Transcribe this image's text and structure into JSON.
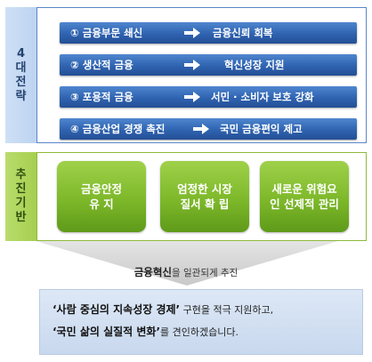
{
  "strategy": {
    "label": "4대전략",
    "rows": [
      {
        "left": "① 금융부문 쇄신",
        "right": "금융신뢰 회복"
      },
      {
        "left": "② 생산적 금융",
        "right": "혁신성장 지원"
      },
      {
        "left": "③ 포용적 금융",
        "right": "서민 · 소비자 보호 강화"
      },
      {
        "left": "④ 금융산업 경쟁 촉진",
        "right": "국민 금융편익 제고"
      }
    ]
  },
  "foundation": {
    "label": "추진기반",
    "boxes": [
      {
        "text": "금융안정 유 지"
      },
      {
        "text": "엄정한 시장질서 확 립"
      },
      {
        "text": "새로운 위험요인 선제적 관리"
      }
    ]
  },
  "message": {
    "strong": "금융혁신",
    "rest": "을  일관되게 추진"
  },
  "goal": {
    "line1_em": "‘사람 중심의 지속성장 경제’",
    "line1_rest": " 구현을 적극 지원하고,",
    "line2_em": "‘국민 삶의 실질적 변화’",
    "line2_rest": "를 견인하겠습니다."
  },
  "colors": {
    "strategy_blue": "#2f63b0",
    "strategy_frame": "#5b86c9",
    "foundation_green": "#7db82a",
    "foundation_frame": "#8fba3a",
    "goal_bg": "#c8d8ee"
  }
}
